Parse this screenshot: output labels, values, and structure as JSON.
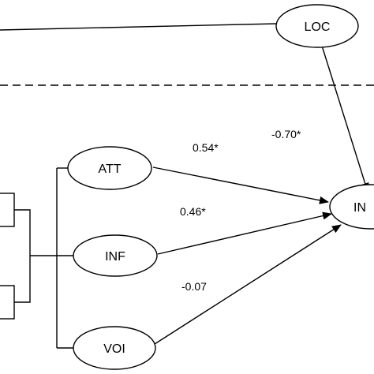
{
  "nodes": {
    "loc": "LOC",
    "att": "ATT",
    "inf": "INF",
    "voi": "VOI",
    "target": "IN"
  },
  "coefficients": {
    "loc_to_target": "-0.70*",
    "att_to_target": "0.54*",
    "inf_to_target": "0.46*",
    "voi_to_target": "-0.07"
  },
  "colors": {
    "line": "#000000",
    "background": "#ffffff"
  }
}
